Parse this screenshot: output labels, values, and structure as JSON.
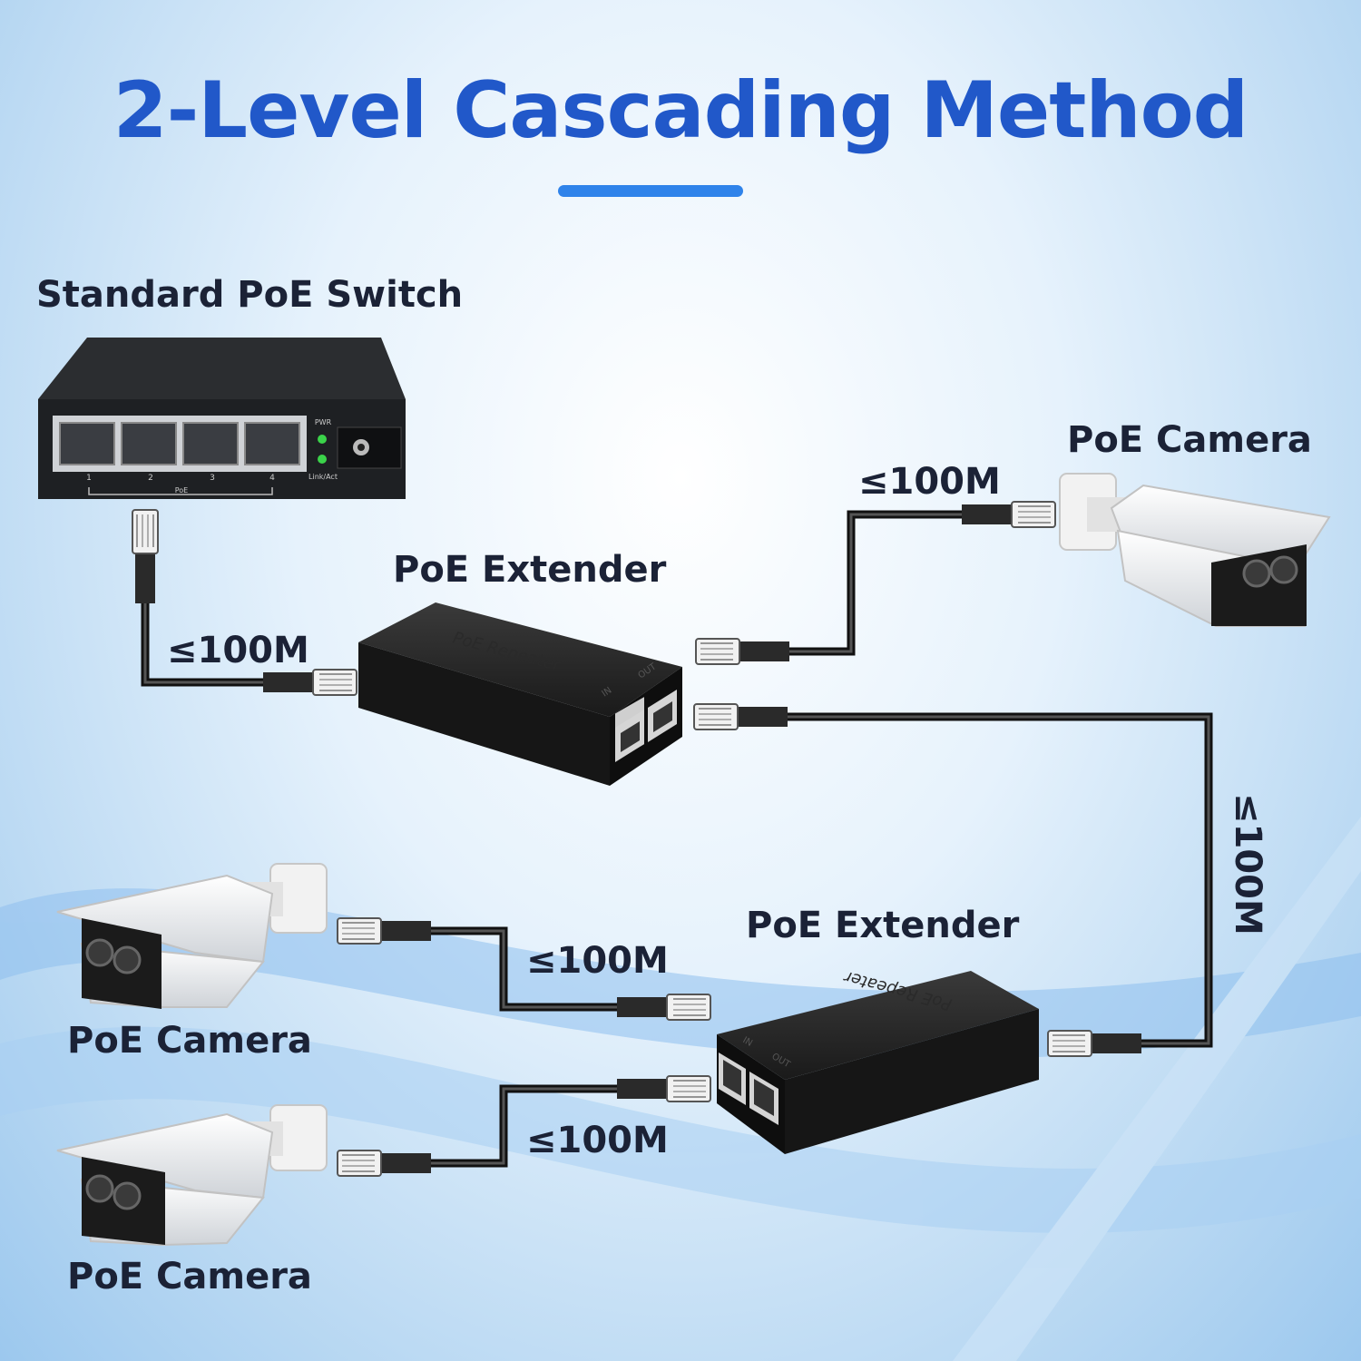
{
  "title": "2-Level Cascading Method",
  "labels": {
    "switch": "Standard PoE Switch",
    "extender_top": "PoE Extender",
    "extender_bottom": "PoE Extender",
    "camera_top_right": "PoE Camera",
    "camera_mid_left": "PoE Camera",
    "camera_bottom_left": "PoE Camera"
  },
  "distances": {
    "switch_to_extender": "≤100M",
    "extender_to_camera_right": "≤100M",
    "extender_to_extender": "≤100M",
    "extender_to_camera_mid": "≤100M",
    "extender_to_camera_bottom": "≤100M"
  },
  "switch_panel": {
    "ports": [
      "1",
      "2",
      "3",
      "4"
    ],
    "group_label": "PoE",
    "led_top": "PWR",
    "led_bottom": "Link/Act"
  },
  "device_text": {
    "repeater": "PoE Repeater",
    "port_in": "IN",
    "port_out": "OUT"
  },
  "colors": {
    "title": "#2158c9",
    "accent_bar": "#2f83ea",
    "text": "#1b2236",
    "device": "#1c1c1c"
  }
}
